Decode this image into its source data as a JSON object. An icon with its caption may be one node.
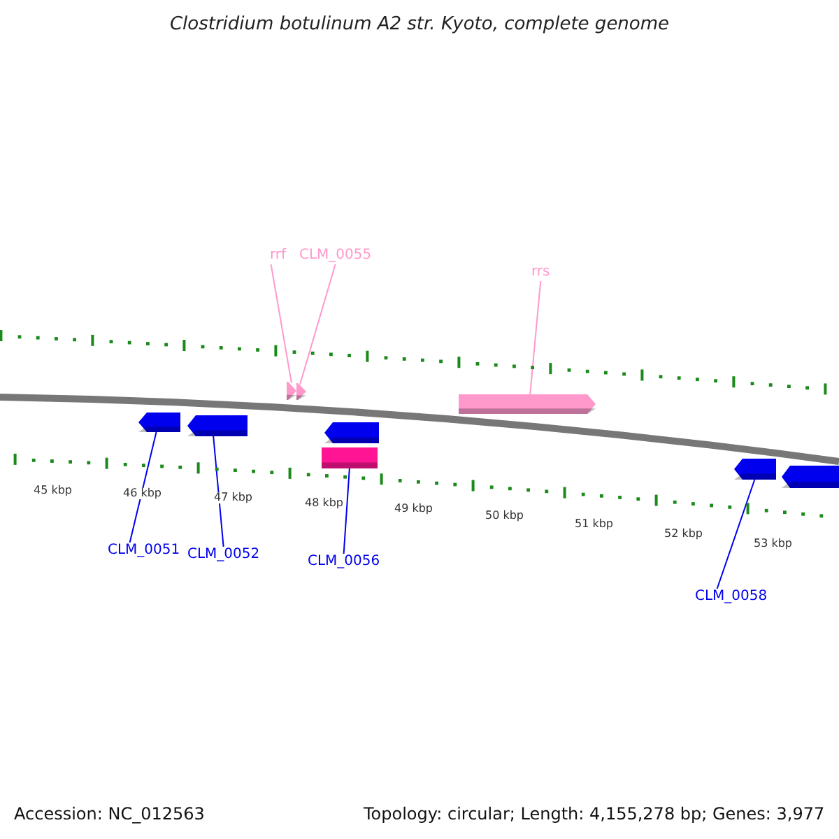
{
  "diagram": {
    "title": "Clostridium botulinum A2 str. Kyoto, complete genome",
    "nodes": [
      {
        "text": [
          "rrf"
        ]
      },
      {
        "text": [
          "CLM_0055"
        ]
      },
      {
        "text": [
          "rrs"
        ]
      },
      {
        "text": [],
        "shape": "arrow"
      },
      {
        "text": [],
        "shape": "arrow"
      },
      {
        "text": [],
        "shape": "arrow"
      },
      {
        "text": [],
        "shape": "arrow"
      },
      {
        "text": [],
        "shape": "arrow"
      },
      {
        "text": [],
        "shape": "arrow"
      },
      {
        "text": [],
        "shape": "box"
      },
      {
        "text": [],
        "shape": "arrow"
      },
      {
        "text": [],
        "shape": "arrow"
      },
      {
        "text": [
          "CLM_0051"
        ]
      },
      {
        "text": [
          "CLM_0052"
        ]
      },
      {
        "text": [
          "CLM_0056"
        ]
      },
      {
        "text": [
          "CLM_0058"
        ]
      }
    ],
    "edges": [
      {
        "from": 0,
        "to": 3,
        "arrow": "none",
        "color": "#ff99cc"
      },
      {
        "from": 1,
        "to": 4,
        "arrow": "none",
        "color": "#ff99cc"
      },
      {
        "from": 2,
        "to": 5,
        "arrow": "none",
        "color": "#ff99cc"
      },
      {
        "from": 12,
        "to": 6,
        "arrow": "none"
      },
      {
        "from": 13,
        "to": 7,
        "arrow": "none"
      },
      {
        "from": 14,
        "to": 9,
        "arrow": "none"
      },
      {
        "from": 15,
        "to": 10,
        "arrow": "none"
      }
    ],
    "labels": [
      "45 kbp",
      "46 kbp",
      "47 kbp",
      "48 kbp",
      "49 kbp",
      "50 kbp",
      "51 kbp",
      "52 kbp",
      "53 kbp",
      "Accession: NC_012563",
      "Topology: circular; Length: 4,155,278 bp; Genes: 3,977"
    ]
  }
}
